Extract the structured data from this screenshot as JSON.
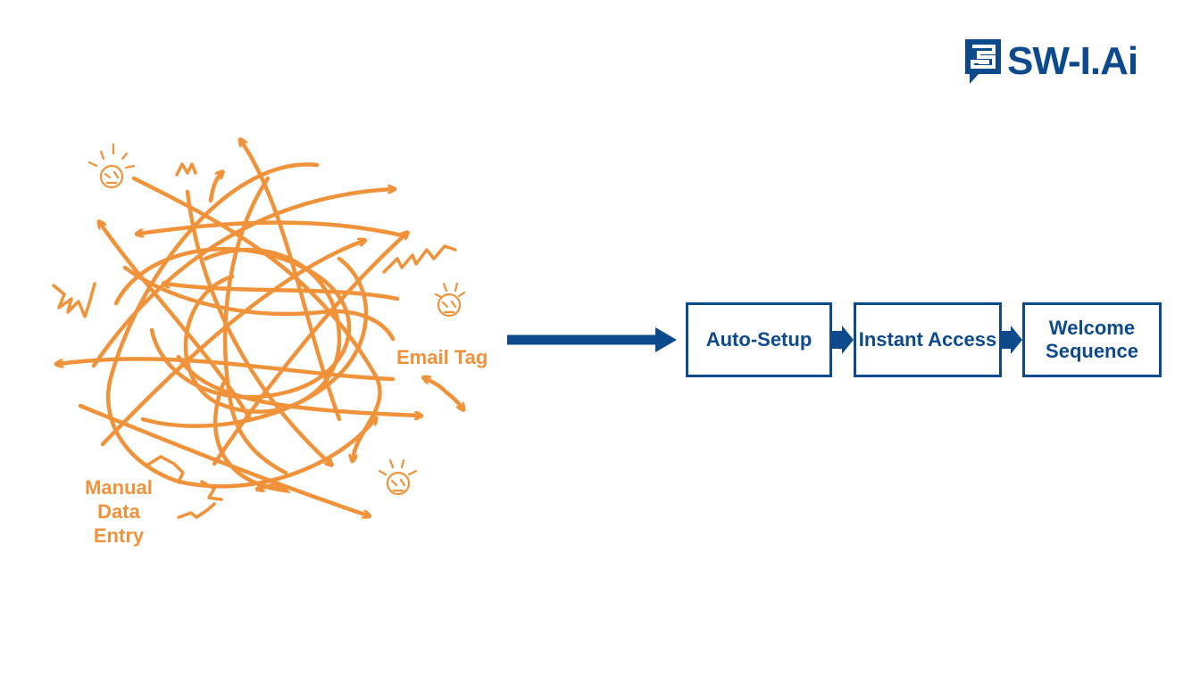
{
  "colors": {
    "accent_orange": "#f0923a",
    "brand_blue": "#0d4a8c",
    "background": "#ffffff"
  },
  "logo": {
    "text": "SW-I.Ai",
    "icon": "speech-bubble-logo-icon"
  },
  "chaos": {
    "labels": {
      "email_tag": "Email Tag",
      "manual_line1": "Manual",
      "manual_line2": "Data Entry"
    },
    "icons": [
      "stressed-head-icon",
      "stressed-head-icon",
      "stressed-head-icon",
      "zigzag-squiggle-icon"
    ]
  },
  "flow": {
    "arrow_icon": "right-arrow-icon",
    "steps": [
      {
        "label_line1": "Auto-Setup"
      },
      {
        "label_line1": "Instant Access"
      },
      {
        "label_line1": "Welcome",
        "label_line2": "Sequence"
      }
    ]
  }
}
